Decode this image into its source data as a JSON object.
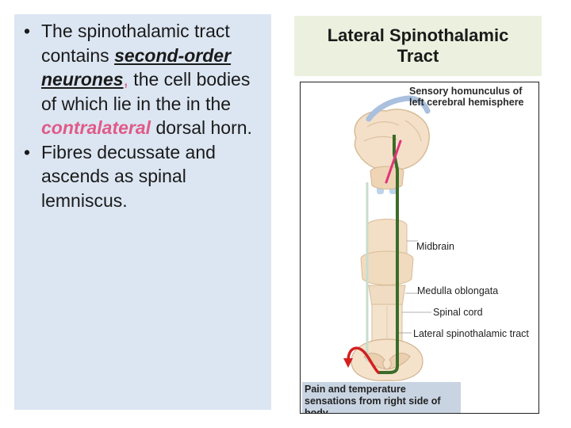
{
  "bullets": [
    {
      "segments": [
        {
          "text": "The spinothalamic tract contains ",
          "style": ""
        },
        {
          "text": "second-order neurones",
          "style": "emph"
        },
        {
          "text": ",",
          "style": "pink"
        },
        {
          "text": " the cell bodies of which lie in the in the ",
          "style": ""
        },
        {
          "text": "contralateral",
          "style": "pinki"
        },
        {
          "text": " dorsal horn.",
          "style": ""
        }
      ]
    },
    {
      "segments": [
        {
          "text": "Fibres decussate and ascends as spinal lemniscus.",
          "style": ""
        }
      ]
    }
  ],
  "title": "Lateral Spinothalamic Tract",
  "figure": {
    "labels": {
      "homunculus": "Sensory homunculus of left cerebral hemisphere",
      "midbrain": "Midbrain",
      "medulla": "Medulla oblongata",
      "spinal_cord": "Spinal cord",
      "tract": "Lateral spinothalamic tract",
      "pain": "Pain and temperature sensations from right side of body"
    }
  },
  "colors": {
    "tract_green": "#3c6b2a",
    "neuron_pink": "#e0347a",
    "pain_red": "#d41f1f"
  }
}
